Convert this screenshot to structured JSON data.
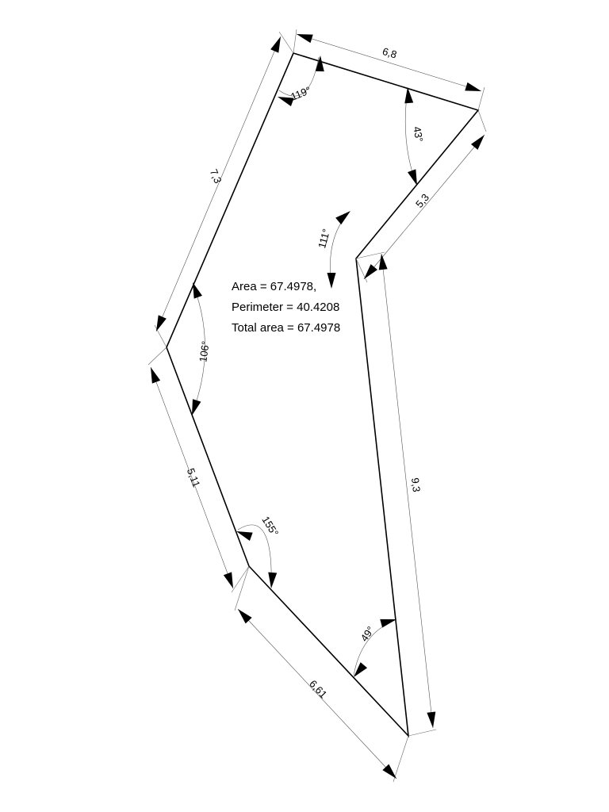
{
  "summary": {
    "area": "Area = 67.4978,",
    "perimeter": "Perimeter = 40.4208",
    "total_area": "Total area = 67.4978"
  },
  "edges": {
    "top": "6,8",
    "right_upper": "5,3",
    "right_long": "9,3",
    "bottom": "6,61",
    "left_lower": "5,11",
    "left_upper": "7,3"
  },
  "angles": {
    "top_left": "119°",
    "top_right": "43°",
    "inner_notch": "111°",
    "left": "106°",
    "lower_left": "155°",
    "bottom": "49°"
  }
}
